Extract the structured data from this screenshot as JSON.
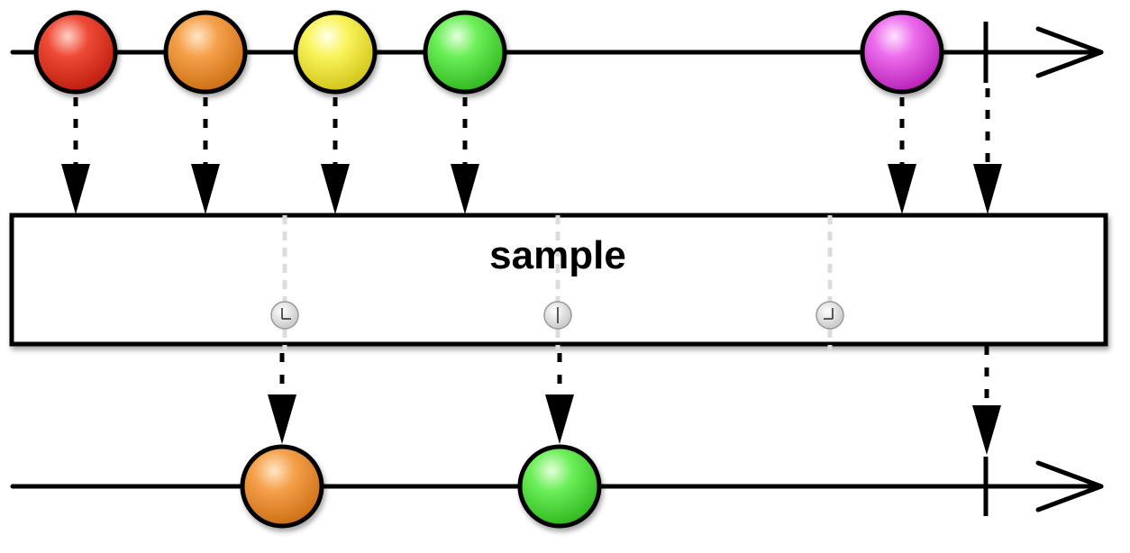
{
  "operator": {
    "label": "sample"
  },
  "source_stream": {
    "items": [
      {
        "color": "red"
      },
      {
        "color": "orange"
      },
      {
        "color": "yellow"
      },
      {
        "color": "green"
      },
      {
        "color": "magenta"
      }
    ],
    "completes": true
  },
  "sampler_ticks": [
    {
      "icon": "clock-icon"
    },
    {
      "icon": "clock-icon"
    },
    {
      "icon": "clock-icon"
    }
  ],
  "result_stream": {
    "items": [
      {
        "color": "orange"
      },
      {
        "color": "green"
      }
    ],
    "completes": true
  },
  "palette": {
    "red": "#e8321f",
    "orange": "#f0901f",
    "yellow": "#f7f03a",
    "green": "#4fe33a",
    "magenta": "#e64ae6"
  }
}
